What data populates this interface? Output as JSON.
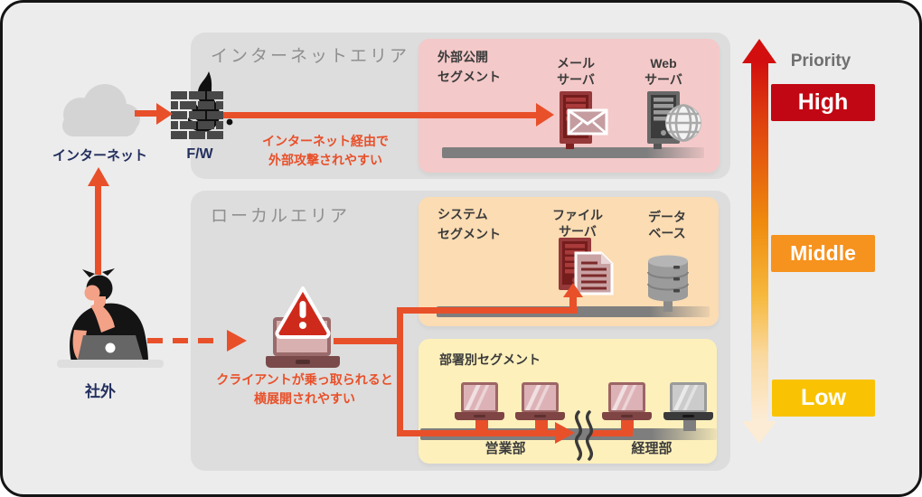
{
  "external": {
    "label": "社外"
  },
  "internet": {
    "label": "インターネット"
  },
  "firewall": {
    "label": "F/W"
  },
  "internet_area": {
    "title": "インターネットエリア",
    "segment": {
      "title_line1": "外部公開",
      "title_line2": "セグメント",
      "mail_server_line1": "メール",
      "mail_server_line2": "サーバ",
      "web_server_line1": "Web",
      "web_server_line2": "サーバ"
    }
  },
  "local_area": {
    "title": "ローカルエリア",
    "system_segment": {
      "title_line1": "システム",
      "title_line2": "セグメント",
      "file_server_line1": "ファイル",
      "file_server_line2": "サーバ",
      "database_line1": "データ",
      "database_line2": "ベース"
    },
    "department_segment": {
      "title": "部署別セグメント",
      "dept_sales": "営業部",
      "dept_accounting": "経理部"
    }
  },
  "annotations": {
    "external_attack_line1": "インターネット経由で",
    "external_attack_line2": "外部攻撃されやすい",
    "lateral_line1": "クライアントが乗っ取られると",
    "lateral_line2": "横展開されやすい"
  },
  "priority": {
    "title": "Priority",
    "levels": [
      {
        "label": "High",
        "color": "#c10713"
      },
      {
        "label": "Middle",
        "color": "#f6921e"
      },
      {
        "label": "Low",
        "color": "#f9c303"
      }
    ]
  },
  "colors": {
    "background": "#ececec",
    "area_box": "#dddddd",
    "public_segment": "#f4c9c9",
    "system_segment": "#fbdcb3",
    "department_segment": "#fdf0bb",
    "attack_accent": "#e8502a",
    "navy_text": "#232f5e",
    "warning_triangle": "#ce2a1c"
  }
}
